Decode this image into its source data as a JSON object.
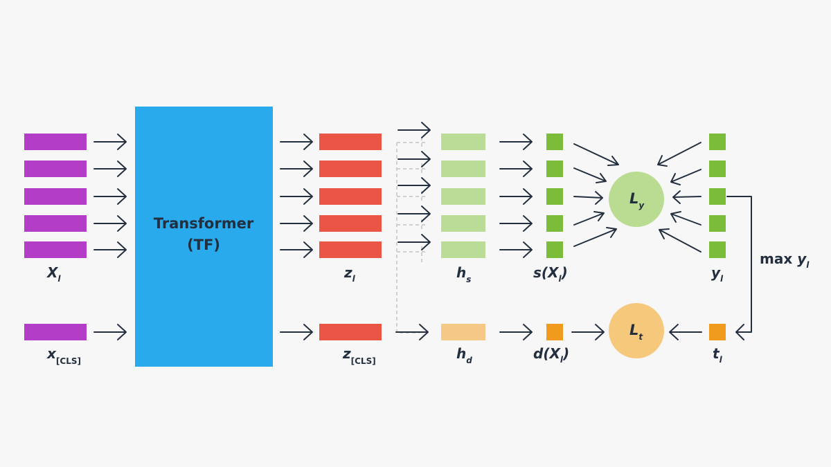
{
  "transformer": {
    "line1": "Transformer",
    "line2": "(TF)"
  },
  "labels": {
    "x_tokens": {
      "base": "X",
      "sub": "l"
    },
    "x_cls": {
      "base": "x",
      "sub": "[CLS]"
    },
    "z_tokens": {
      "base": "z",
      "sub": "l"
    },
    "z_cls": {
      "base": "z",
      "sub": "[CLS]"
    },
    "h_s": {
      "base": "h",
      "sub": "s"
    },
    "h_d": {
      "base": "h",
      "sub": "d"
    },
    "s_x": {
      "pre": "s(X",
      "sub": "l",
      "post": ")"
    },
    "d_x": {
      "pre": "d(X",
      "sub": "l",
      "post": ")"
    },
    "y": {
      "base": "y",
      "sub": "l"
    },
    "t": {
      "base": "t",
      "sub": "l"
    },
    "loss_y": {
      "base": "L",
      "sub": "y"
    },
    "loss_t": {
      "base": "L",
      "sub": "t"
    },
    "max_y": {
      "pre": "max ",
      "base": "y",
      "sub": "l"
    }
  },
  "colors": {
    "background": "#f7f7f8",
    "input_tokens": "#b33dc6",
    "transformer": "#29aaed",
    "z_tokens": "#ea5545",
    "h_s": "#badc96",
    "h_d": "#f6c888",
    "score": "#7bbd3a",
    "domain_score": "#f09a1e",
    "loss_y": "#b9dc92",
    "loss_t": "#f6c87c",
    "ink": "#232f3e"
  }
}
